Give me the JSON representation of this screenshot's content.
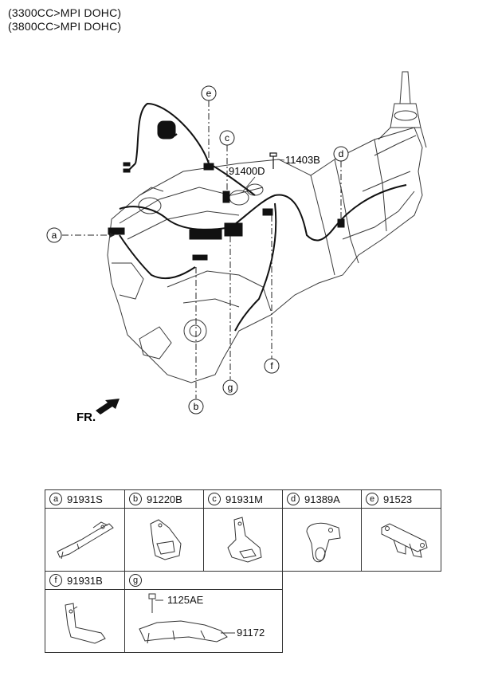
{
  "header": {
    "line1": "(3300CC>MPI DOHC)",
    "line2": "(3800CC>MPI DOHC)"
  },
  "main_labels": {
    "part_91400D": "91400D",
    "part_11403B": "11403B",
    "front_label": "FR."
  },
  "callouts": {
    "a": "a",
    "b": "b",
    "c": "c",
    "d": "d",
    "e": "e",
    "f": "f",
    "g": "g"
  },
  "table": [
    {
      "letter": "a",
      "part": "91931S"
    },
    {
      "letter": "b",
      "part": "91220B"
    },
    {
      "letter": "c",
      "part": "91931M"
    },
    {
      "letter": "d",
      "part": "91389A"
    },
    {
      "letter": "e",
      "part": "91523"
    },
    {
      "letter": "f",
      "part": "91931B"
    },
    {
      "letter": "g",
      "part": ""
    }
  ],
  "g_parts": {
    "bolt": "1125AE",
    "protector": "91172"
  },
  "colors": {
    "line": "#222222",
    "harness": "#111111",
    "engine": "#3a3a3a"
  }
}
